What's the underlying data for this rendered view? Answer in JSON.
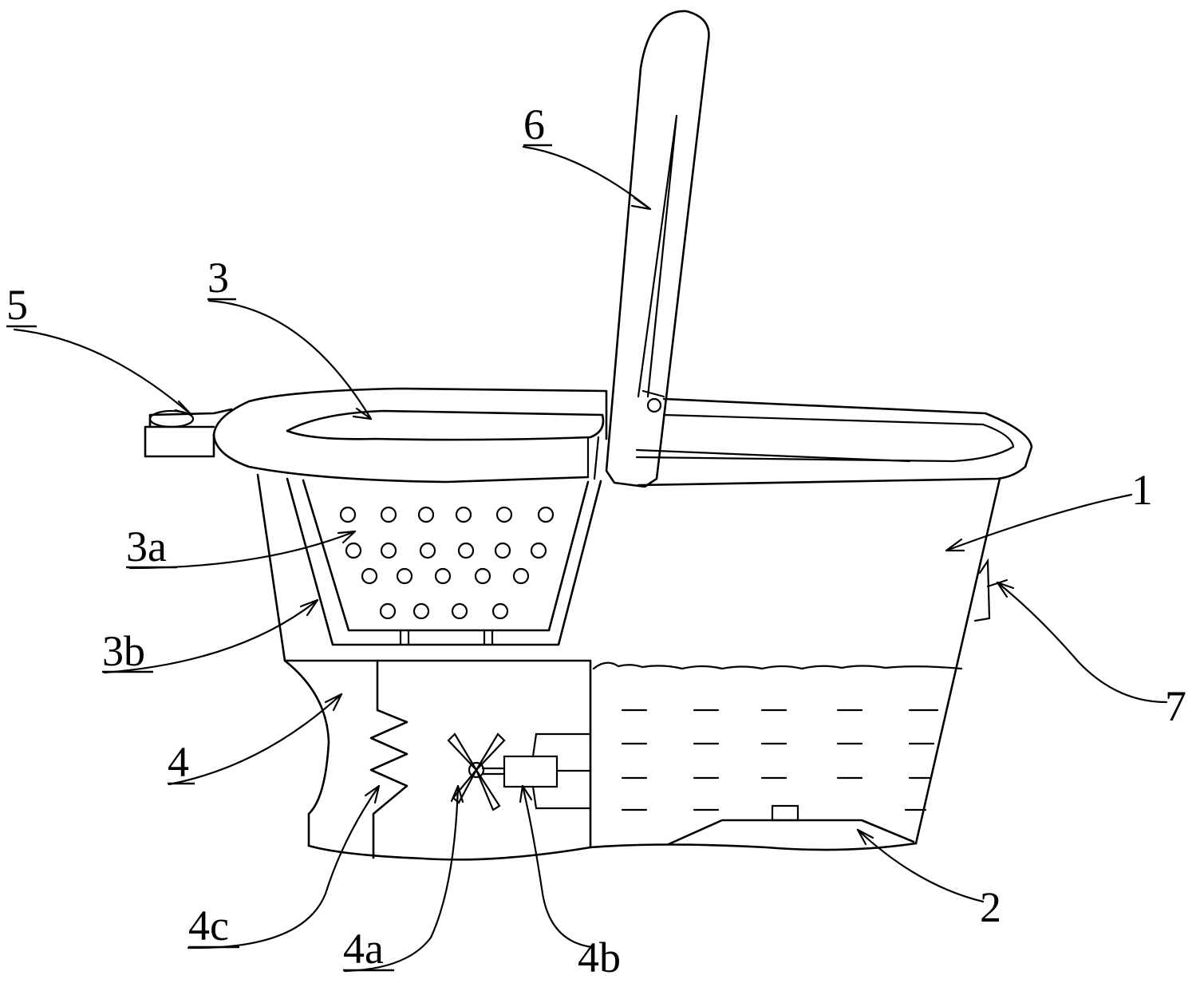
{
  "labels": {
    "l1": "1",
    "l2": "2",
    "l3": "3",
    "l3a": "3a",
    "l3b": "3b",
    "l4": "4",
    "l4a": "4a",
    "l4b": "4b",
    "l4c": "4c",
    "l5": "5",
    "l6": "6",
    "l7": "7"
  }
}
